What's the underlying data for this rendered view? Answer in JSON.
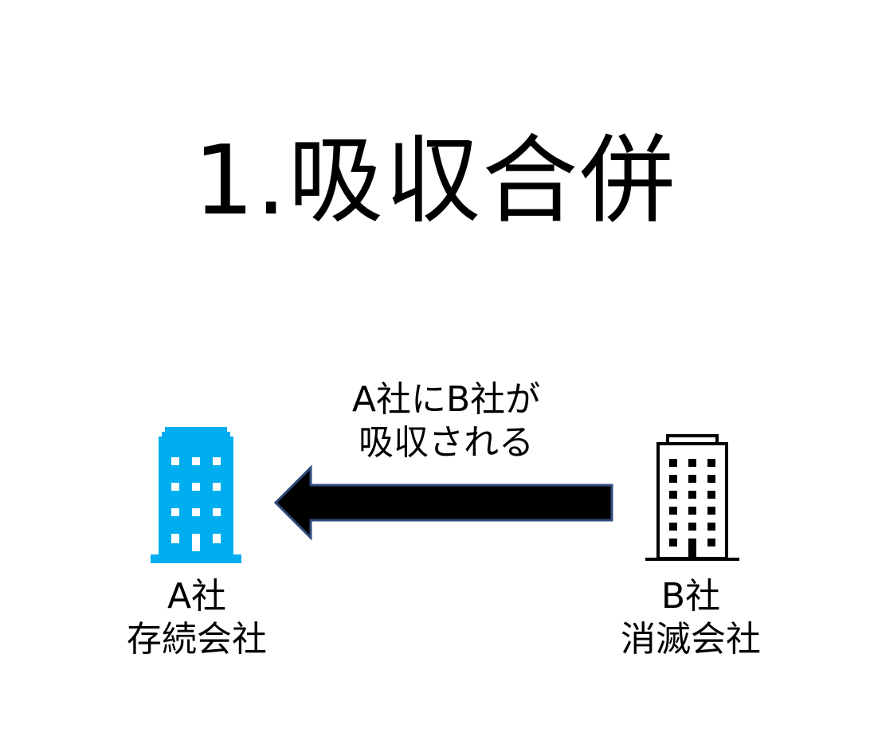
{
  "title": "1.吸収合併",
  "arrow_label": {
    "line1": "A社にB社が",
    "line2": "吸収される"
  },
  "company_a": {
    "name": "A社",
    "role": "存続会社",
    "icon": "office-building-icon",
    "color": "#00aeef"
  },
  "company_b": {
    "name": "B社",
    "role": "消滅会社",
    "icon": "office-building-outline-icon",
    "color": "#000000"
  },
  "arrow": {
    "direction": "left",
    "fill": "#000000",
    "stroke": "#2f4a7a"
  }
}
